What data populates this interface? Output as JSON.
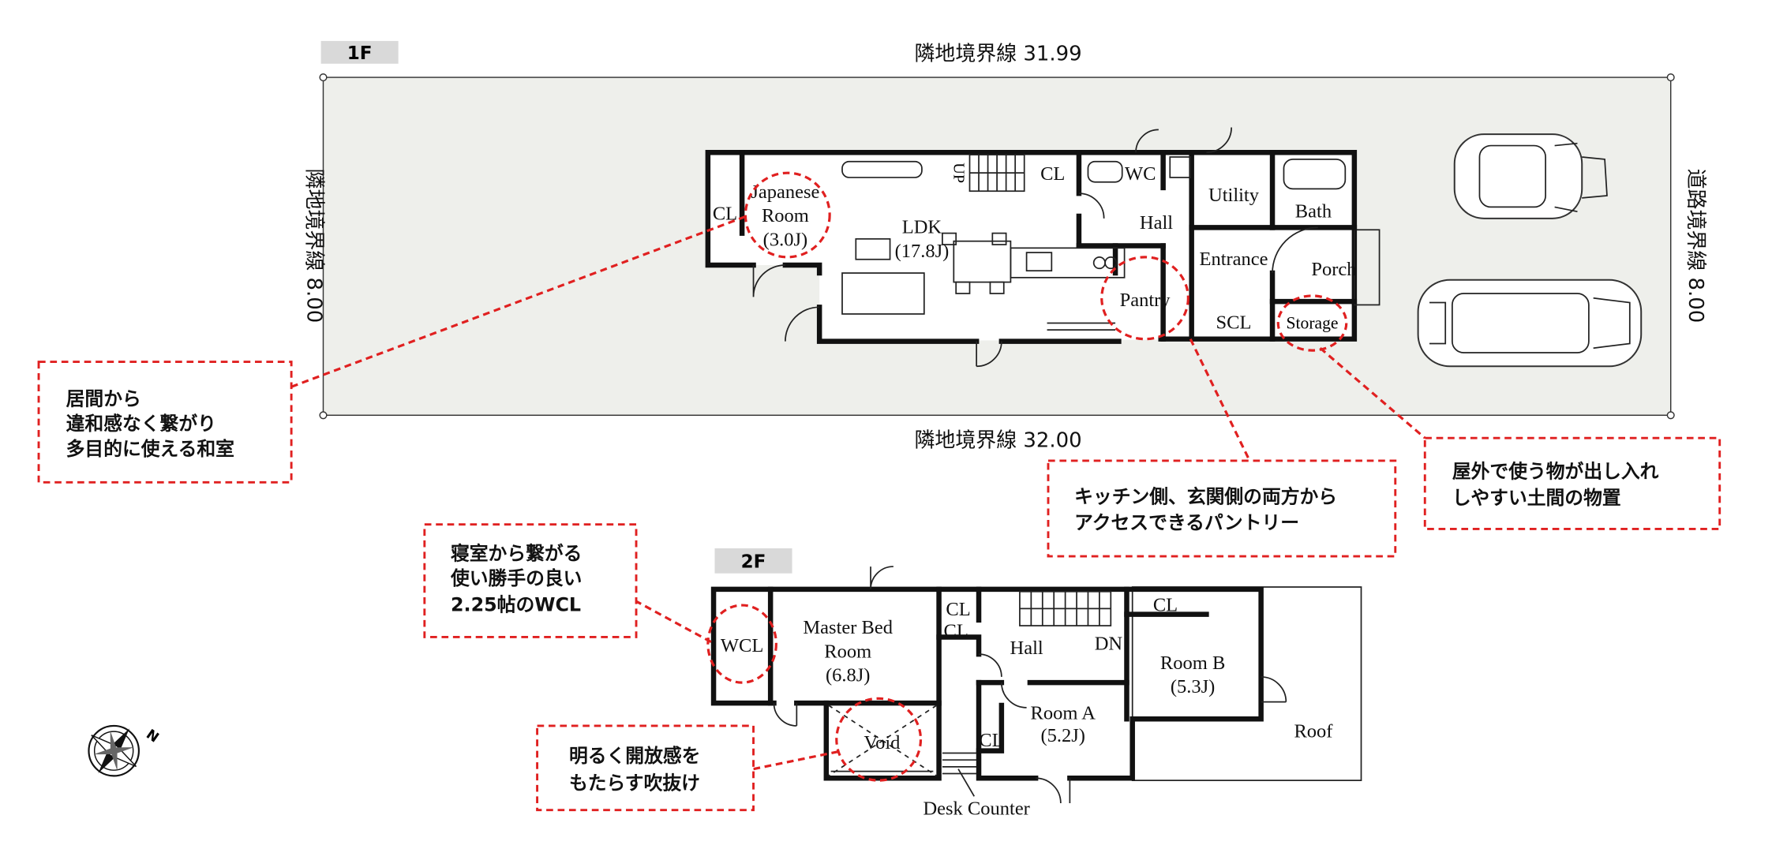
{
  "floor1": {
    "label": "1F",
    "dim_top": "隣地境界線 31.99",
    "dim_bottom": "隣地境界線 32.00",
    "dim_left": "隣地境界線 8.00",
    "dim_right": "道路境界線 8.00",
    "rooms": {
      "japanese_1": "Japanese",
      "japanese_2": "Room",
      "japanese_3": "(3.0J)",
      "cl_left": "CL",
      "ldk_1": "LDK",
      "ldk_2": "(17.8J)",
      "up": "UP",
      "cl_top": "CL",
      "wc": "WC",
      "hall": "Hall",
      "utility": "Utility",
      "bath": "Bath",
      "entrance": "Entrance",
      "porch": "Porch",
      "pantry": "Pantry",
      "scl": "SCL",
      "storage": "Storage"
    }
  },
  "floor2": {
    "label": "2F",
    "rooms": {
      "wcl": "WCL",
      "master_1": "Master Bed",
      "master_2": "Room",
      "master_3": "(6.8J)",
      "cl_a": "CL",
      "cl_b": "CL",
      "hall": "Hall",
      "dn": "DN",
      "cl_c": "CL",
      "room_b_1": "Room B",
      "room_b_2": "(5.3J)",
      "room_a_1": "Room A",
      "room_a_2": "(5.2J)",
      "cl_d": "CL",
      "void": "Void",
      "roof": "Roof",
      "desk": "Desk Counter"
    }
  },
  "notes": {
    "japanese": [
      "居間から",
      "違和感なく繋がり",
      "多目的に使える和室"
    ],
    "pantry": [
      "キッチン側、玄関側の両方から",
      "アクセスできるパントリー"
    ],
    "storage": [
      "屋外で使う物が出し入れ",
      "しやすい土間の物置"
    ],
    "wcl": [
      "寝室から繋がる",
      "使い勝手の良い",
      "2.25帖のWCL"
    ],
    "void": [
      "明るく開放感を",
      "もたらす吹抜け"
    ]
  },
  "compass": {
    "north": "N"
  },
  "colors": {
    "accent": "#e02020",
    "site": "#eeefeb",
    "label_bg": "#d9d9d9"
  }
}
